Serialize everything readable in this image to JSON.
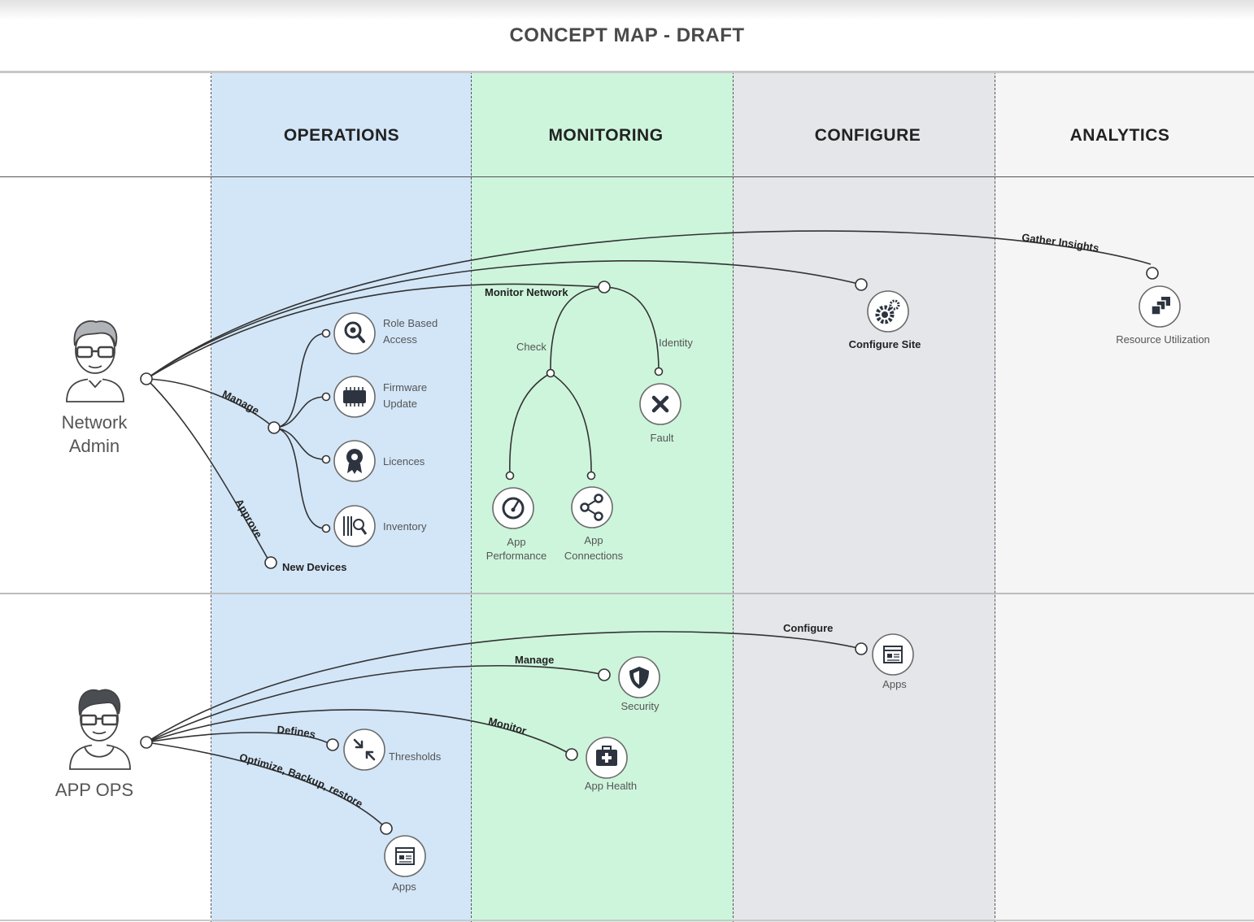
{
  "title": "CONCEPT MAP - DRAFT",
  "columns": [
    "OPERATIONS",
    "MONITORING",
    "CONFIGURE",
    "ANALYTICS"
  ],
  "actors": {
    "network_admin": [
      "Network",
      "Admin"
    ],
    "app_ops": "APP OPS"
  },
  "edges": {
    "manage": "Manage",
    "approve": "Approve",
    "monitor_network": "Monitor Network",
    "check": "Check",
    "identity": "Identity",
    "gather_insights": "Gather Insights",
    "configure": "Configure",
    "manage_2": "Manage",
    "monitor": "Monitor",
    "defines": "Defines",
    "optimize": "Optimize, Backup, restore"
  },
  "nodes": {
    "role_based_access": [
      "Role Based",
      "Access"
    ],
    "firmware_update": [
      "Firmware",
      "Update"
    ],
    "licences": "Licences",
    "inventory": "Inventory",
    "new_devices": "New Devices",
    "fault": "Fault",
    "app_performance": [
      "App",
      "Performance"
    ],
    "app_connections": [
      "App",
      "Connections"
    ],
    "configure_site": "Configure Site",
    "resource_utilization": "Resource Utilization",
    "apps_configure": "Apps",
    "security": "Security",
    "app_health": "App Health",
    "thresholds": "Thresholds",
    "apps_ops": "Apps"
  },
  "icons": {
    "role_based_access": "search-badge-icon",
    "firmware_update": "chip-icon",
    "licences": "certificate-icon",
    "inventory": "barcode-icon",
    "fault": "close-icon",
    "app_performance": "gauge-icon",
    "app_connections": "share-icon",
    "configure_site": "gears-icon",
    "resource_utilization": "layers-icon",
    "apps": "app-window-icon",
    "security": "shield-icon",
    "app_health": "medical-kit-icon",
    "thresholds": "compress-arrows-icon"
  },
  "colors": {
    "operations": "#d3e6f8",
    "monitoring": "#cdf5dc",
    "configure": "#e4e6ea",
    "analytics": "#f5f5f5",
    "line": "#333333"
  }
}
